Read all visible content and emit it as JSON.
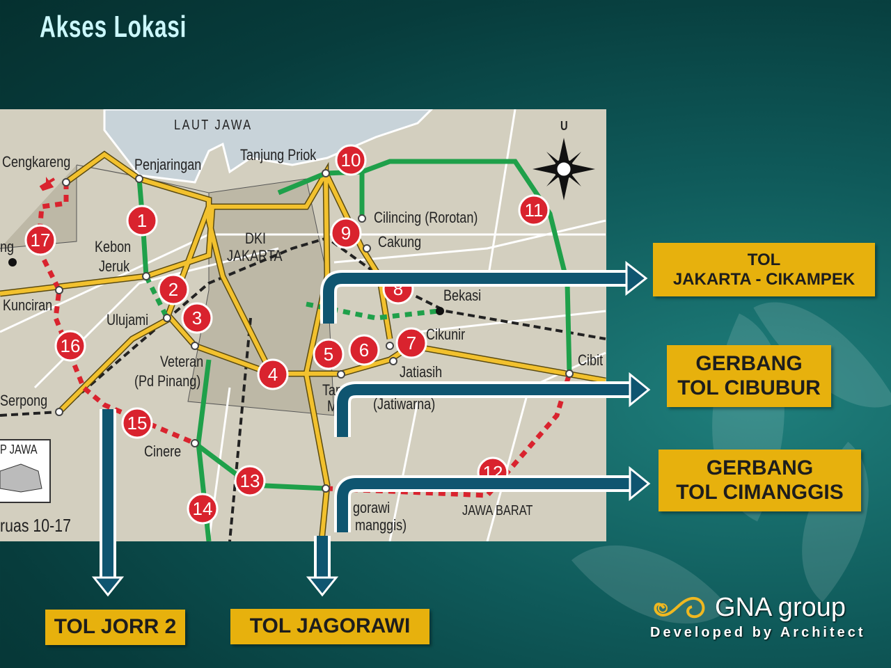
{
  "title": "Akses Lokasi",
  "map": {
    "labels": {
      "laut_jawa": "LAUT JAWA",
      "cengkareng": "Cengkareng",
      "penjaringan": "Penjaringan",
      "tanjung_priok": "Tanjung Priok",
      "kebon": "Kebon",
      "jeruk": "Jeruk",
      "dki": "DKI",
      "jakarta": "JAKARTA",
      "ng": "ng",
      "kunciran": "Kunciran",
      "ulujami": "Ulujami",
      "veteran": "Veteran",
      "pd_pinang": "(Pd Pinang)",
      "serpong": "Serpong",
      "cinere": "Cinere",
      "cilincing": "Cilincing (Rorotan)",
      "cakung": "Cakung",
      "bekasi": "Bekasi",
      "cikunir": "Cikunir",
      "jatiasih": "Jatiasih",
      "jatiwarna": "(Jatiwarna)",
      "cibit": "Cibit",
      "tam": "Tam",
      "m": "M",
      "jagorawi_partial": "gorawi",
      "cimanggis_partial": "manggis)",
      "jawa_barat": "JAWA BARAT",
      "p_jawa": "P JAWA",
      "ruas": "ruas 10-17",
      "north": "U"
    },
    "markers": [
      "1",
      "2",
      "3",
      "4",
      "5",
      "6",
      "7",
      "8",
      "9",
      "10",
      "11",
      "12",
      "13",
      "14",
      "15",
      "16",
      "17"
    ]
  },
  "callouts": {
    "cikampek": {
      "line1": "TOL",
      "line2": "JAKARTA - CIKAMPEK"
    },
    "cibubur": {
      "line1": "GERBANG",
      "line2": "TOL CIBUBUR"
    },
    "cimanggis": {
      "line1": "GERBANG",
      "line2": "TOL CIMANGGIS"
    },
    "jorr2": "TOL JORR 2",
    "jagorawi": "TOL JAGORAWI"
  },
  "logo": {
    "name": "GNA group",
    "tagline": "Developed by Architect"
  },
  "colors": {
    "accent": "#e7b10d",
    "arrow": "#0f5570",
    "toll_green": "#1fa04a",
    "toll_yellow": "#f2c12e",
    "planned_red": "#d9232e"
  }
}
